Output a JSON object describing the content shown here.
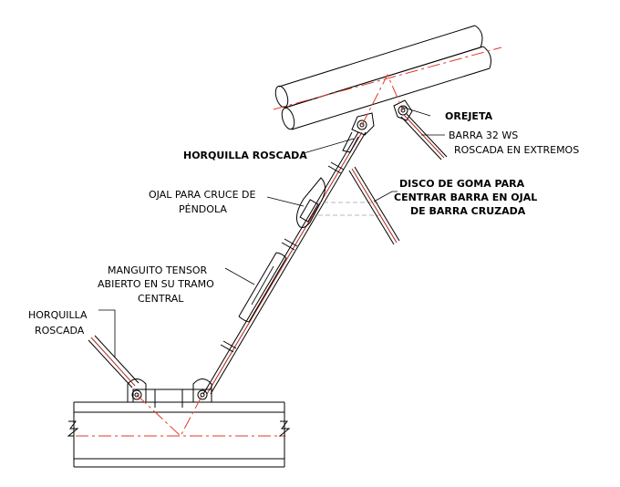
{
  "labels": {
    "orejeta": "OREJETA",
    "barra_line1": "BARRA 32 WS",
    "barra_line2": "ROSCADA EN EXTREMOS",
    "horquilla_top": "HORQUILLA ROSCADA",
    "ojal_line1": "OJAL PARA CRUCE DE",
    "ojal_line2": "PÉNDOLA",
    "disco_line1": "DISCO DE GOMA PARA",
    "disco_line2": "CENTRAR BARRA EN OJAL",
    "disco_line3": "DE BARRA CRUZADA",
    "manguito_line1": "MANGUITO TENSOR",
    "manguito_line2": "ABIERTO EN SU TRAMO",
    "manguito_line3": "CENTRAL",
    "horquilla_bottom_line1": "HORQUILLA",
    "horquilla_bottom_line2": "ROSCADA"
  },
  "colors": {
    "line": "#000000",
    "axis": "#e0392b",
    "rod_inner": "#b02418"
  }
}
